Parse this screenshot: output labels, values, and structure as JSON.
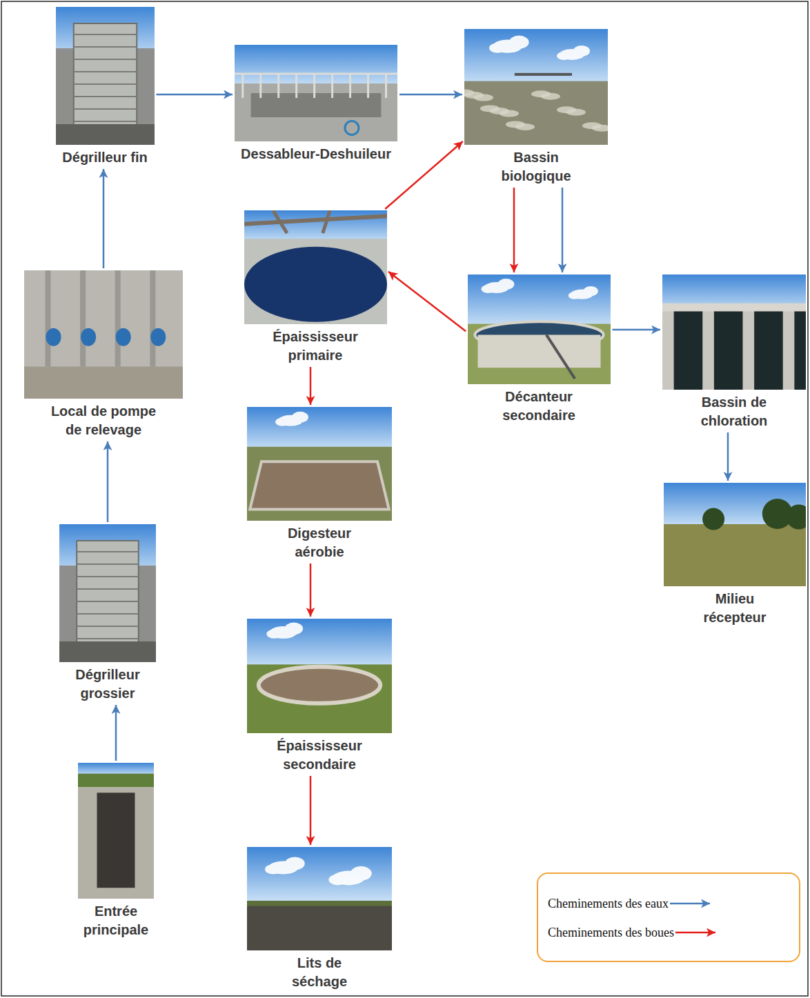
{
  "diagram": {
    "nodes": [
      {
        "text": [
          "Dégrilleur fin"
        ]
      },
      {
        "text": [
          "Dessableur-Deshuileur"
        ]
      },
      {
        "text": [
          "Bassin biologique"
        ]
      },
      {
        "text": [
          "Épaississeur primaire"
        ]
      },
      {
        "text": [
          "Local de pompe de relevage"
        ]
      },
      {
        "text": [
          "Décanteur secondaire"
        ]
      },
      {
        "text": [
          "Bassin de chloration"
        ]
      },
      {
        "text": [
          "Digesteur aérobie"
        ]
      },
      {
        "text": [
          "Milieu récepteur"
        ]
      },
      {
        "text": [
          "Dégrilleur grossier"
        ]
      },
      {
        "text": [
          "Épaississeur secondaire"
        ]
      },
      {
        "text": [
          "Entrée principale"
        ]
      },
      {
        "text": [
          "Lits de séchage"
        ]
      }
    ],
    "edges": [
      {
        "from": 11,
        "to": 9,
        "arrow": "to"
      },
      {
        "from": 9,
        "to": 4,
        "arrow": "to"
      },
      {
        "from": 4,
        "to": 0,
        "arrow": "to"
      },
      {
        "from": 0,
        "to": 1,
        "arrow": "to"
      },
      {
        "from": 1,
        "to": 2,
        "arrow": "to"
      },
      {
        "from": 2,
        "to": 5,
        "arrow": "to"
      },
      {
        "from": 2,
        "to": 5,
        "arrow": "to"
      },
      {
        "from": 5,
        "to": 6,
        "arrow": "to"
      },
      {
        "from": 6,
        "to": 8,
        "arrow": "to"
      },
      {
        "from": 5,
        "to": 3,
        "arrow": "to"
      },
      {
        "from": 3,
        "to": 2,
        "arrow": "to"
      },
      {
        "from": 3,
        "to": 7,
        "arrow": "to"
      },
      {
        "from": 7,
        "to": 10,
        "arrow": "to"
      },
      {
        "from": 10,
        "to": 12,
        "arrow": "to"
      }
    ],
    "legend": [
      {
        "text": "Cheminements des eaux"
      },
      {
        "text": "Cheminements des boues"
      }
    ]
  }
}
